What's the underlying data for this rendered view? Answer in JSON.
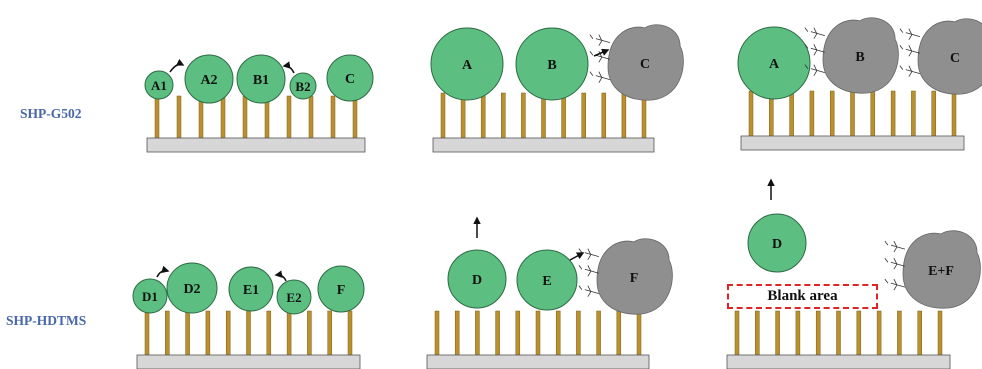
{
  "labels": {
    "row1": "SHP-G502",
    "row2": "SHP-HDTMS",
    "blank_area": "Blank area"
  },
  "colors": {
    "green_droplet": "#5CBF81",
    "gray_droplet": "#8F8F8F",
    "pillar": "#B9902C",
    "substrate": "#D7D7D7",
    "row_label": "#4767A8",
    "blank_border": "#E02424"
  },
  "droplets": [
    {
      "panel": "row1-panel1",
      "label": "A1",
      "color": "green"
    },
    {
      "panel": "row1-panel1",
      "label": "A2",
      "color": "green"
    },
    {
      "panel": "row1-panel1",
      "label": "B1",
      "color": "green"
    },
    {
      "panel": "row1-panel1",
      "label": "B2",
      "color": "green"
    },
    {
      "panel": "row1-panel1",
      "label": "C",
      "color": "green"
    },
    {
      "panel": "row1-panel2",
      "label": "A",
      "color": "green"
    },
    {
      "panel": "row1-panel2",
      "label": "B",
      "color": "green"
    },
    {
      "panel": "row1-panel2",
      "label": "C",
      "color": "gray"
    },
    {
      "panel": "row1-panel3",
      "label": "A",
      "color": "green"
    },
    {
      "panel": "row1-panel3",
      "label": "B",
      "color": "gray"
    },
    {
      "panel": "row1-panel3",
      "label": "C",
      "color": "gray"
    },
    {
      "panel": "row2-panel1",
      "label": "D1",
      "color": "green"
    },
    {
      "panel": "row2-panel1",
      "label": "D2",
      "color": "green"
    },
    {
      "panel": "row2-panel1",
      "label": "E1",
      "color": "green"
    },
    {
      "panel": "row2-panel1",
      "label": "E2",
      "color": "green"
    },
    {
      "panel": "row2-panel1",
      "label": "F",
      "color": "green"
    },
    {
      "panel": "row2-panel2",
      "label": "D",
      "color": "green"
    },
    {
      "panel": "row2-panel2",
      "label": "E",
      "color": "green"
    },
    {
      "panel": "row2-panel2",
      "label": "F",
      "color": "gray"
    },
    {
      "panel": "row2-panel3",
      "label": "D",
      "color": "green"
    },
    {
      "panel": "row2-panel3",
      "label": "E+F",
      "color": "gray"
    }
  ]
}
